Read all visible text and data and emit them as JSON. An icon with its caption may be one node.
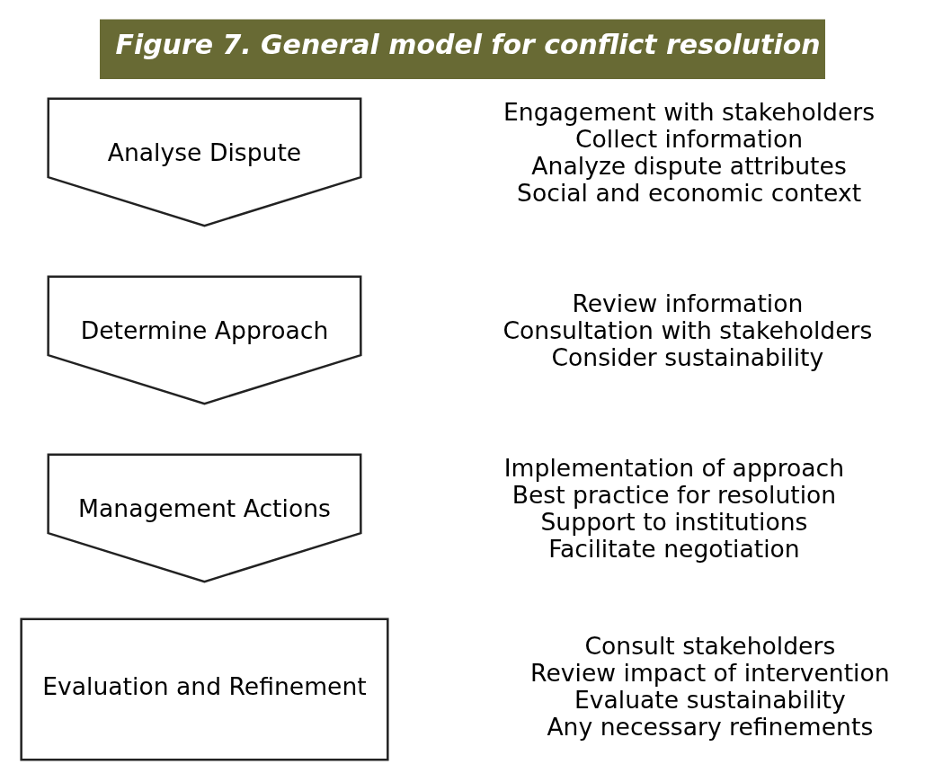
{
  "diagram": {
    "title": "Figure 7. General model for conflict resolution",
    "nodes": [
      {
        "text": [
          "Analyse Dispute"
        ],
        "beside": [
          "Engagement with stakeholders",
          "Collect information",
          "Analyze dispute attributes",
          "Social and economic context"
        ]
      },
      {
        "text": [
          "Determine Approach"
        ],
        "beside": [
          "Review information",
          "Consultation with stakeholders",
          "Consider sustainability"
        ]
      },
      {
        "text": [
          "Management Actions"
        ],
        "beside": [
          "Implementation of approach",
          "Best practice for resolution",
          "Support to institutions",
          "Facilitate negotiation"
        ]
      },
      {
        "text": [
          "Evaluation and Refinement"
        ],
        "beside": [
          "Consult stakeholders",
          "Review impact of intervention",
          "Evaluate sustainability",
          "Any necessary refinements"
        ]
      }
    ]
  }
}
